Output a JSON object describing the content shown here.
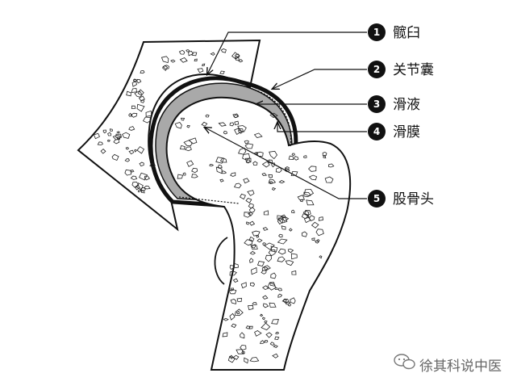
{
  "labels": [
    {
      "num": "1",
      "text": "髋臼"
    },
    {
      "num": "2",
      "text": "关节囊"
    },
    {
      "num": "3",
      "text": "滑液"
    },
    {
      "num": "4",
      "text": "滑膜"
    },
    {
      "num": "5",
      "text": "股骨头"
    }
  ],
  "watermark": {
    "text": "徐其科说中医",
    "icon": "wechat-icon"
  },
  "colors": {
    "outline": "#111111",
    "cartilage": "#a9a9a9",
    "background": "#ffffff"
  }
}
